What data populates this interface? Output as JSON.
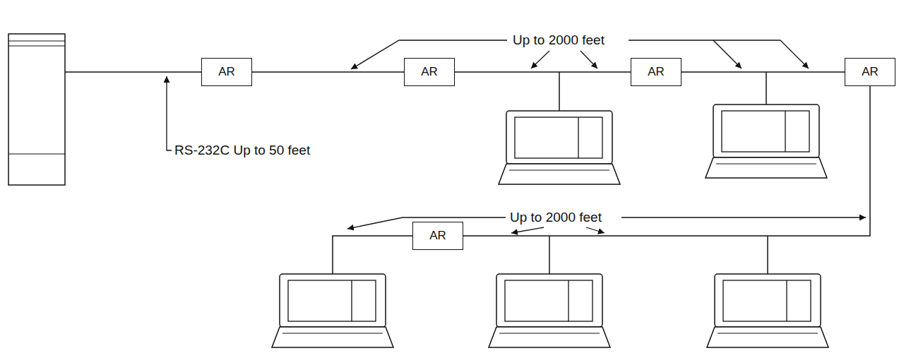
{
  "diagram": {
    "nodes": [
      {
        "text": [
          "AR"
        ]
      },
      {
        "text": [
          "AR"
        ]
      },
      {
        "text": [
          "AR"
        ]
      },
      {
        "text": [
          "AR"
        ]
      },
      {
        "text": [
          "AR"
        ]
      }
    ],
    "edges": [
      {
        "from": 0,
        "to": 1,
        "arrow": "none"
      },
      {
        "from": 1,
        "to": 2,
        "arrow": "none"
      },
      {
        "from": 2,
        "to": 3,
        "arrow": "none"
      },
      {
        "from": 3,
        "to": 4,
        "arrow": "none"
      }
    ],
    "labels": [
      "Up to 2000 feet",
      "RS-232C Up to 50 feet",
      "Up to 2000 feet"
    ]
  }
}
